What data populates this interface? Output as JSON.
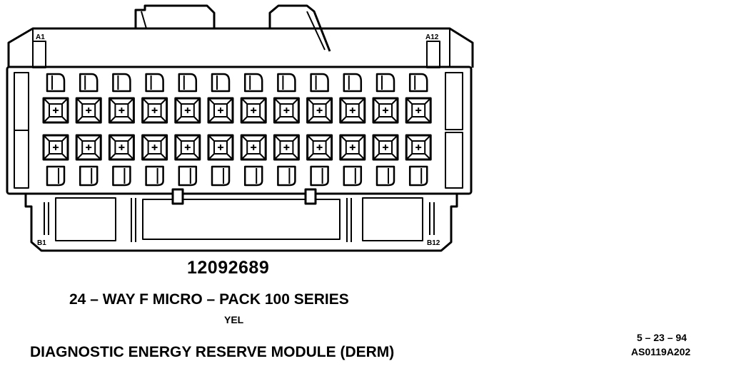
{
  "connector": {
    "pin_labels": {
      "a1": "A1",
      "a12": "A12",
      "b1": "B1",
      "b12": "B12"
    },
    "columns": 12,
    "rows": 4
  },
  "part_number": "12092689",
  "series_label": "24 – WAY F MICRO – PACK 100 SERIES",
  "color_label": "YEL",
  "module_name": "DIAGNOSTIC ENERGY RESERVE MODULE (DERM)",
  "date": "5 – 23 – 94",
  "reference_code": "AS0119A202"
}
